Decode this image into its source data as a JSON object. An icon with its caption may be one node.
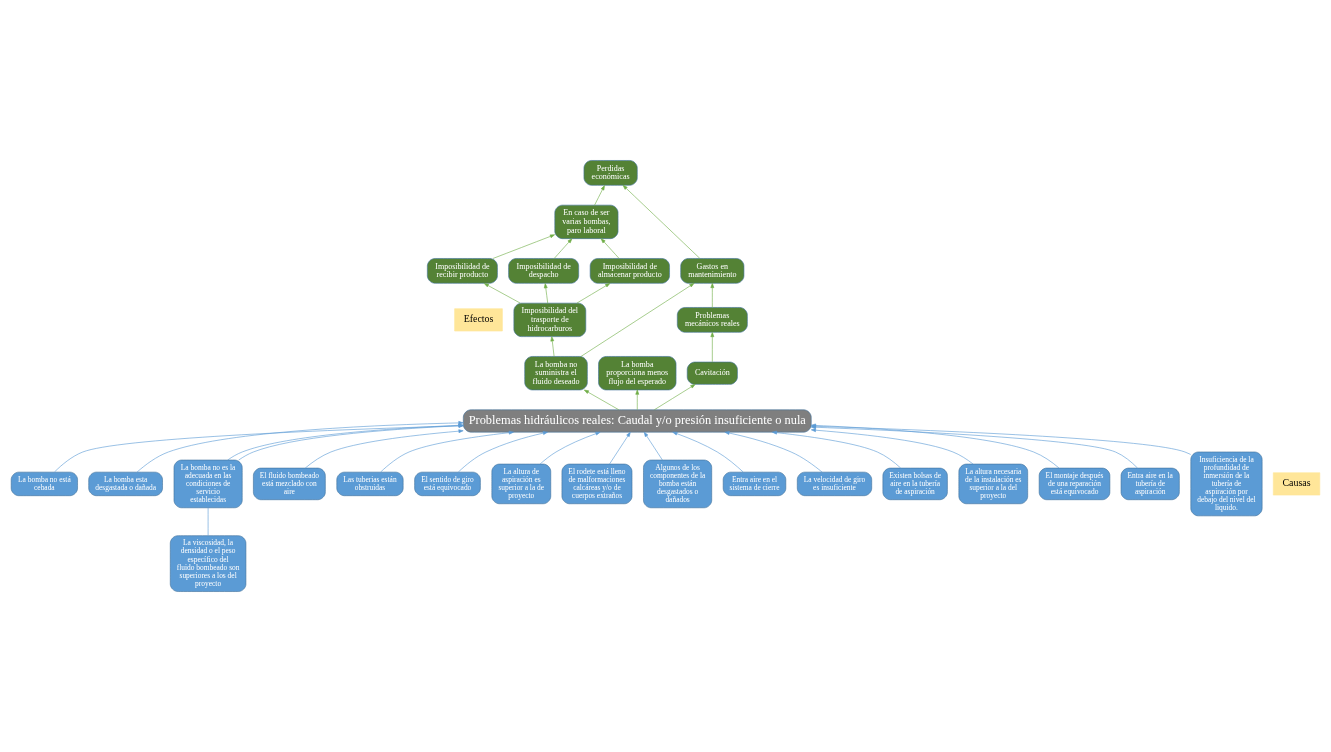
{
  "diagram": {
    "nodes": [
      {
        "text": [
          "Imposibilidad de recibir producto"
        ]
      },
      {
        "text": [
          "Imposibilidad de despacho"
        ]
      },
      {
        "text": [
          "Imposibilidad de almacenar producto"
        ]
      },
      {
        "text": [
          "En caso de ser varias bombas, paro laboral"
        ]
      },
      {
        "text": [
          "Gastos en mantenimiento"
        ]
      },
      {
        "text": [
          "Problemas mecánicos reales"
        ]
      },
      {
        "text": [
          "Perdidas económicas"
        ]
      },
      {
        "text": [
          "Imposibilidad del trasporte de hidrocarburos"
        ]
      },
      {
        "text": [
          "La bomba no suministra el fluido deseado"
        ]
      },
      {
        "text": [
          "La bomba proporciona menos flujo del esperado"
        ]
      },
      {
        "text": [
          "Cavitación"
        ]
      },
      {
        "text": [
          "Problemas hidráulicos reales: Caudal y/o presión insuficiente o nula"
        ]
      },
      {
        "text": [
          "La bomba no está cebada"
        ]
      },
      {
        "text": [
          "La bomba esta desgastada o dañada"
        ]
      },
      {
        "text": [
          "La bomba no es la adecuada en las condiciones de servicio establecidas"
        ]
      },
      {
        "text": [
          "El fluido bombeado está mezclado con aire"
        ]
      },
      {
        "text": [
          "Las tuberias están obstruidas"
        ]
      },
      {
        "text": [
          "El sentido de giro está equivocado"
        ]
      },
      {
        "text": [
          "La altura de aspiración es superior a la de proyecto"
        ]
      },
      {
        "text": [
          "El rodete está lleno de malformaciones calcáreas y/o de cuerpos extraños"
        ]
      },
      {
        "text": [
          "Algunos de los componentes de la bomba están desgastados o dañados"
        ]
      },
      {
        "text": [
          "Entra aire en el sistema de cierre"
        ]
      },
      {
        "text": [
          "La velocidad de giro es insuficiente"
        ]
      },
      {
        "text": [
          "Existen bolsas de aire en la tubería de aspiración"
        ]
      },
      {
        "text": [
          "La altura necesaria de la instalación es superior a la del proyecto"
        ]
      },
      {
        "text": [
          "El montaje después de una reparación está equivocado"
        ]
      },
      {
        "text": [
          "La viscosidad, la densidad o el peso específico del fluido bombeado son superiores a los del proyecto"
        ]
      },
      {
        "text": [
          "Entra aire en la tubería de aspiración"
        ]
      },
      {
        "text": [
          "Insuficiencia de la profundidad de inmersión de la tubería de aspiración por debajo del nivel del liquido."
        ]
      }
    ],
    "edges": [
      {
        "from": 11,
        "to": 8,
        "arrow": "to",
        "color": "#70ad47"
      },
      {
        "from": 11,
        "to": 9,
        "arrow": "to",
        "color": "#70ad47"
      },
      {
        "from": 11,
        "to": 10,
        "arrow": "to",
        "color": "#70ad47"
      },
      {
        "from": 10,
        "to": 5,
        "arrow": "to",
        "color": "#70ad47"
      },
      {
        "from": 5,
        "to": 4,
        "arrow": "to",
        "color": "#70ad47"
      },
      {
        "from": 8,
        "to": 4,
        "arrow": "to",
        "color": "#70ad47"
      },
      {
        "from": 8,
        "to": 7,
        "arrow": "to",
        "color": "#70ad47"
      },
      {
        "from": 7,
        "to": 0,
        "arrow": "to",
        "color": "#70ad47"
      },
      {
        "from": 7,
        "to": 1,
        "arrow": "to",
        "color": "#70ad47"
      },
      {
        "from": 7,
        "to": 2,
        "arrow": "to",
        "color": "#70ad47"
      },
      {
        "from": 0,
        "to": 3,
        "arrow": "to",
        "color": "#70ad47"
      },
      {
        "from": 1,
        "to": 3,
        "arrow": "to",
        "color": "#70ad47"
      },
      {
        "from": 2,
        "to": 3,
        "arrow": "to",
        "color": "#70ad47"
      },
      {
        "from": 3,
        "to": 6,
        "arrow": "to",
        "color": "#70ad47"
      },
      {
        "from": 4,
        "to": 6,
        "arrow": "to",
        "color": "#70ad47"
      },
      {
        "from": 12,
        "to": 11,
        "arrow": "to"
      },
      {
        "from": 19,
        "to": 11,
        "arrow": "to"
      },
      {
        "from": 13,
        "to": 11,
        "arrow": "to"
      },
      {
        "from": 20,
        "to": 11,
        "arrow": "to"
      },
      {
        "from": 25,
        "to": 11,
        "arrow": "to"
      },
      {
        "from": 14,
        "to": 11,
        "arrow": "to"
      },
      {
        "from": 26,
        "to": 14,
        "arrow": "none"
      },
      {
        "from": 14,
        "to": 11,
        "arrow": "to"
      },
      {
        "from": 15,
        "to": 11,
        "arrow": "to"
      },
      {
        "from": 23,
        "to": 11,
        "arrow": "to"
      },
      {
        "from": 27,
        "to": 11,
        "arrow": "to"
      },
      {
        "from": 28,
        "to": 11,
        "arrow": "to"
      },
      {
        "from": 16,
        "to": 11,
        "arrow": "to"
      },
      {
        "from": 21,
        "to": 11,
        "arrow": "to"
      },
      {
        "from": 17,
        "to": 11,
        "arrow": "to"
      },
      {
        "from": 22,
        "to": 11,
        "arrow": "to"
      },
      {
        "from": 24,
        "to": 11,
        "arrow": "to"
      },
      {
        "from": 18,
        "to": 11,
        "arrow": "to"
      }
    ],
    "labels": [
      "Efectos",
      "Causas"
    ]
  }
}
